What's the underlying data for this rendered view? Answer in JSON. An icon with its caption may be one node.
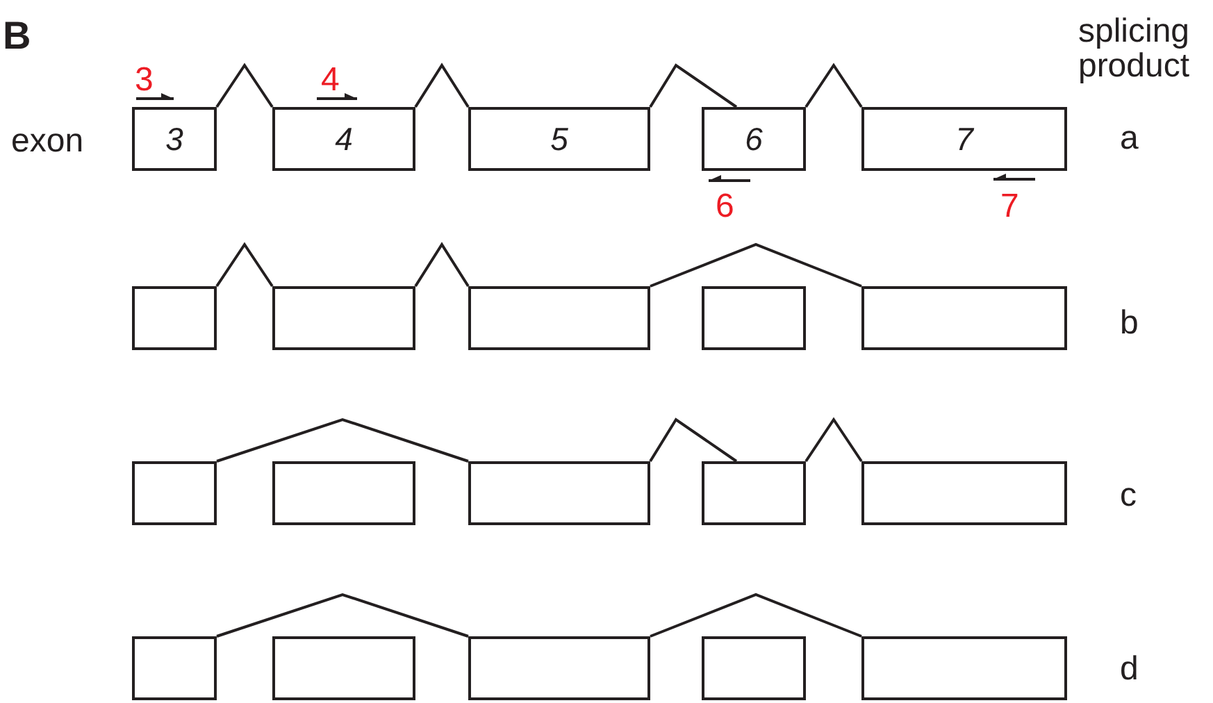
{
  "diagram": {
    "nodes": [
      {
        "text": [
          "3"
        ]
      },
      {
        "text": [
          "4"
        ]
      },
      {
        "text": [
          "5"
        ]
      },
      {
        "text": [
          "6"
        ]
      },
      {
        "text": [
          "7"
        ]
      },
      {
        "text": [],
        "shape": "box"
      },
      {
        "text": [],
        "shape": "box"
      },
      {
        "text": [],
        "shape": "box"
      },
      {
        "text": [],
        "shape": "box"
      },
      {
        "text": [],
        "shape": "box"
      },
      {
        "text": [],
        "shape": "box"
      },
      {
        "text": [],
        "shape": "box"
      },
      {
        "text": [],
        "shape": "box"
      },
      {
        "text": [],
        "shape": "box"
      },
      {
        "text": [],
        "shape": "box"
      },
      {
        "text": [],
        "shape": "box"
      },
      {
        "text": [],
        "shape": "box"
      },
      {
        "text": [],
        "shape": "box"
      },
      {
        "text": [],
        "shape": "box"
      },
      {
        "text": [],
        "shape": "box"
      }
    ],
    "edges": [
      {
        "from": 0,
        "to": 1,
        "arrow": "none"
      },
      {
        "from": 1,
        "to": 2,
        "arrow": "none"
      },
      {
        "from": 2,
        "to": 3,
        "arrow": "none"
      },
      {
        "from": 3,
        "to": 4,
        "arrow": "none"
      },
      {
        "from": 5,
        "to": 6,
        "arrow": "none"
      },
      {
        "from": 6,
        "to": 7,
        "arrow": "none"
      },
      {
        "from": 7,
        "to": 9,
        "arrow": "none"
      },
      {
        "from": 10,
        "to": 12,
        "arrow": "none"
      },
      {
        "from": 12,
        "to": 13,
        "arrow": "none"
      },
      {
        "from": 13,
        "to": 14,
        "arrow": "none"
      },
      {
        "from": 15,
        "to": 17,
        "arrow": "none"
      },
      {
        "from": 17,
        "to": 19,
        "arrow": "none"
      }
    ],
    "labels": [
      "B",
      "splicing product",
      "3",
      "4",
      "exon",
      "a",
      "6",
      "7",
      "b",
      "c",
      "d"
    ]
  }
}
